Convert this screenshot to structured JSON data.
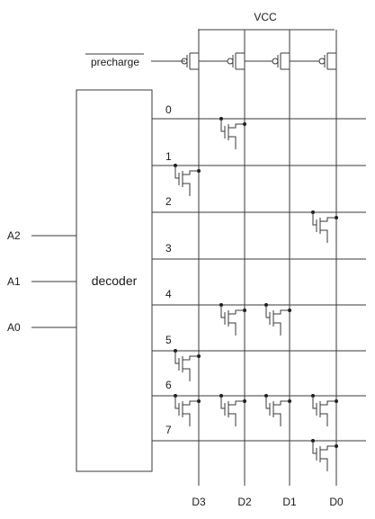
{
  "title": "",
  "supply": {
    "label": "VCC"
  },
  "precharge": {
    "label": "precharge"
  },
  "decoder": {
    "label": "decoder",
    "inputs": [
      "A2",
      "A1",
      "A0"
    ]
  },
  "word_lines": [
    "0",
    "1",
    "2",
    "3",
    "4",
    "5",
    "6",
    "7"
  ],
  "bit_lines": [
    "D3",
    "D2",
    "D1",
    "D0"
  ],
  "transistors": [
    {
      "row": 0,
      "col": 1
    },
    {
      "row": 1,
      "col": 0
    },
    {
      "row": 2,
      "col": 3
    },
    {
      "row": 4,
      "col": 1
    },
    {
      "row": 4,
      "col": 2
    },
    {
      "row": 5,
      "col": 0
    },
    {
      "row": 6,
      "col": 0
    },
    {
      "row": 6,
      "col": 1
    },
    {
      "row": 6,
      "col": 2
    },
    {
      "row": 6,
      "col": 3
    },
    {
      "row": 7,
      "col": 3
    }
  ]
}
